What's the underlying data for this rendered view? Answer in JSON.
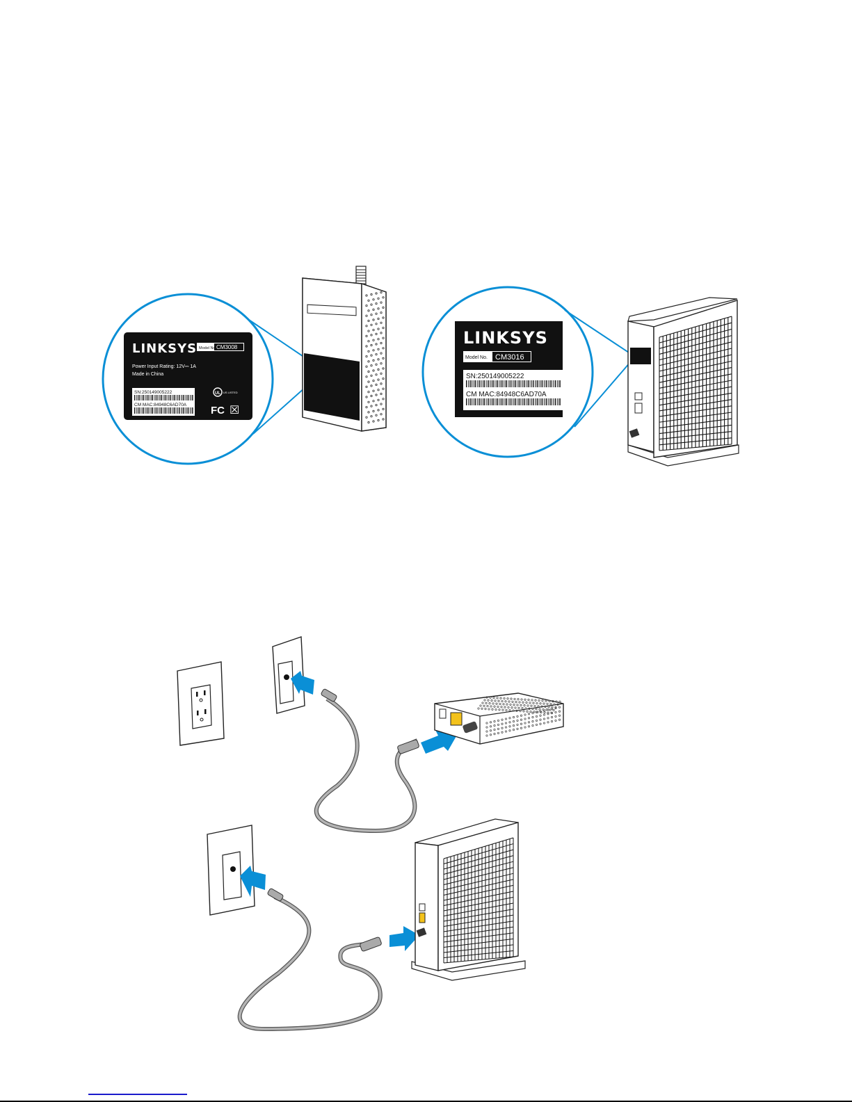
{
  "colors": {
    "accent_blue": "#0a8fd6",
    "arrow_blue": "#0a8fd6",
    "label_black": "#111111",
    "cable_gray": "#a8a8a8",
    "ethernet_yellow": "#f3c21b",
    "link_blue": "#1a1acc"
  },
  "figure_labels": {
    "left_label": {
      "device": "CM3008 cable modem",
      "brand": "LINKSYS",
      "model_prefix": "Model No.",
      "model": "CM3008",
      "power": "Power Input Rating: 12V⎓ 1A",
      "origin": "Made in China",
      "sn": "SN:250149005222",
      "mac": "CM MAC:84948C6AD70A",
      "ul_mark": "UL",
      "ul_listed": "US LISTED",
      "fcc": "FC",
      "weee": "☒"
    },
    "right_label": {
      "device": "CM3016 cable modem",
      "brand": "LINKSYS",
      "model_prefix": "Model No.",
      "model": "CM3016",
      "sn": "SN:250149005222",
      "mac": "CM MAC:84948C6AD70A"
    }
  },
  "connection_figure": {
    "icons": [
      "power-outlet-icon",
      "coax-wall-jack-icon",
      "coax-cable-icon",
      "modem-cm3008-icon",
      "modem-cm3016-icon",
      "arrow-icon"
    ]
  },
  "footer": {
    "link_present": true
  }
}
